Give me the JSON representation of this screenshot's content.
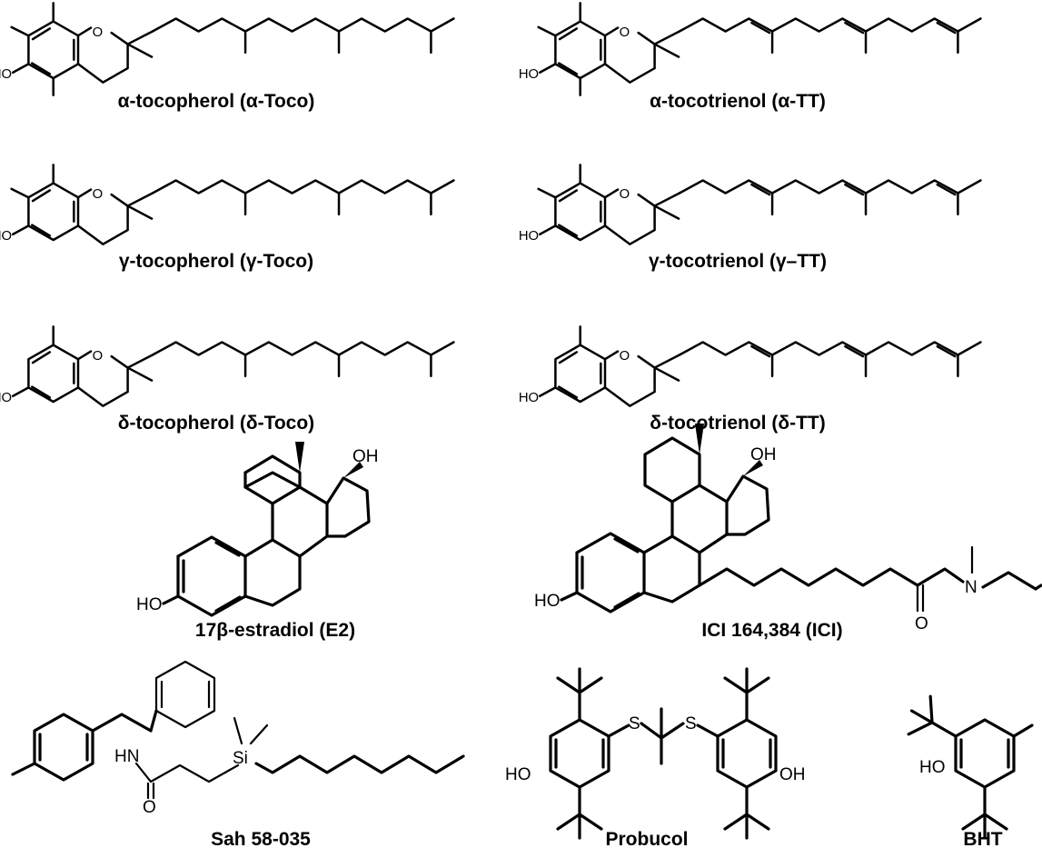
{
  "compounds": {
    "alpha_toco": "α-tocopherol (α-Toco)",
    "alpha_tt": "α-tocotrienol (α-TT)",
    "gamma_toco": "γ-tocopherol (γ-Toco)",
    "gamma_tt": "γ-tocotrienol (γ–TT)",
    "delta_toco": "δ-tocopherol (δ-Toco)",
    "delta_tt": "δ-tocotrienol (δ-TT)",
    "e2": "17β-estradiol (E2)",
    "ici": "ICI 164,384 (ICI)",
    "sah": "Sah 58-035",
    "probucol": "Probucol",
    "bht": "BHT"
  },
  "atoms": {
    "ho": "HO",
    "oh": "OH",
    "o": "O",
    "n": "N",
    "hn": "HN",
    "s": "S",
    "si": "Si"
  }
}
